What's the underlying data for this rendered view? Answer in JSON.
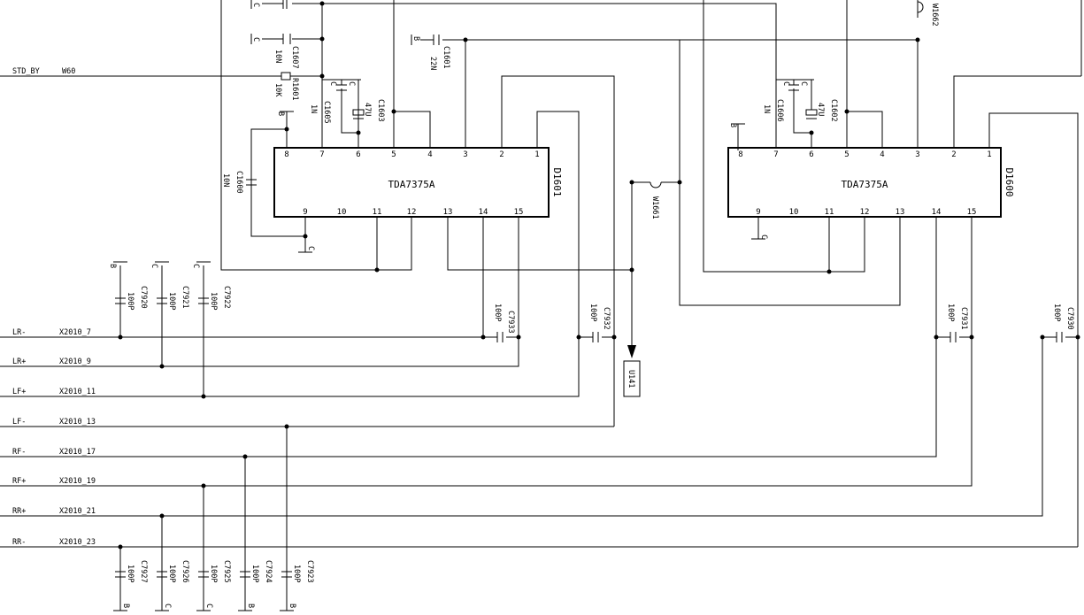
{
  "nets": {
    "std_by": "STD_BY",
    "std_by_conn": "W60",
    "lr_minus": "LR-",
    "lr_plus": "LR+",
    "lf_plus": "LF+",
    "lf_minus": "LF-",
    "rf_minus": "RF-",
    "rf_plus": "RF+",
    "rr_plus": "RR+",
    "rr_minus": "RR-"
  },
  "connectors": {
    "lr_minus": "X2010_7",
    "lr_plus": "X2010_9",
    "lf_plus": "X2010_11",
    "lf_minus": "X2010_13",
    "rf_minus": "X2010_17",
    "rf_plus": "X2010_19",
    "rr_plus": "X2010_21",
    "rr_minus": "X2010_23"
  },
  "ic_left": {
    "part": "TDA7375A",
    "ref": "D1601",
    "top_pins": [
      "8",
      "7",
      "6",
      "5",
      "4",
      "3",
      "2",
      "1"
    ],
    "bottom_pins": [
      "9",
      "10",
      "11",
      "12",
      "13",
      "14",
      "15"
    ]
  },
  "ic_right": {
    "part": "TDA7375A",
    "ref": "D1600",
    "top_pins": [
      "8",
      "7",
      "6",
      "5",
      "4",
      "3",
      "2",
      "1"
    ],
    "bottom_pins": [
      "9",
      "10",
      "11",
      "12",
      "13",
      "14",
      "15"
    ]
  },
  "components": {
    "c1607": {
      "ref": "C1607",
      "value": "10N"
    },
    "r1601": {
      "ref": "R1601",
      "value": "10K"
    },
    "c1605": {
      "ref": "C1605",
      "value": "1N"
    },
    "c1603": {
      "ref": "C1603",
      "value": "47U"
    },
    "c1601": {
      "ref": "C1601",
      "value": "22N"
    },
    "c1600": {
      "ref": "C1600",
      "value": "10N"
    },
    "c1606": {
      "ref": "C1606",
      "value": "1N"
    },
    "c1602": {
      "ref": "C1602",
      "value": "47U"
    },
    "w1661": {
      "ref": "W1661"
    },
    "w1662": {
      "ref": "W1662"
    },
    "u141": {
      "ref": "U141"
    },
    "c7920": {
      "ref": "C7920",
      "value": "100P"
    },
    "c7921": {
      "ref": "C7921",
      "value": "100P"
    },
    "c7922": {
      "ref": "C7922",
      "value": "100P"
    },
    "c7933": {
      "ref": "C7933",
      "value": "100P"
    },
    "c7932": {
      "ref": "C7932",
      "value": "100P"
    },
    "c7931": {
      "ref": "C7931",
      "value": "100P"
    },
    "c7930": {
      "ref": "C7930",
      "value": "100P"
    },
    "c7927": {
      "ref": "C7927",
      "value": "100P"
    },
    "c7926": {
      "ref": "C7926",
      "value": "100P"
    },
    "c7925": {
      "ref": "C7925",
      "value": "100P"
    },
    "c7924": {
      "ref": "C7924",
      "value": "100P"
    },
    "c7923": {
      "ref": "C7923",
      "value": "100P"
    }
  },
  "supplies": {
    "b": "B",
    "c": "C"
  }
}
